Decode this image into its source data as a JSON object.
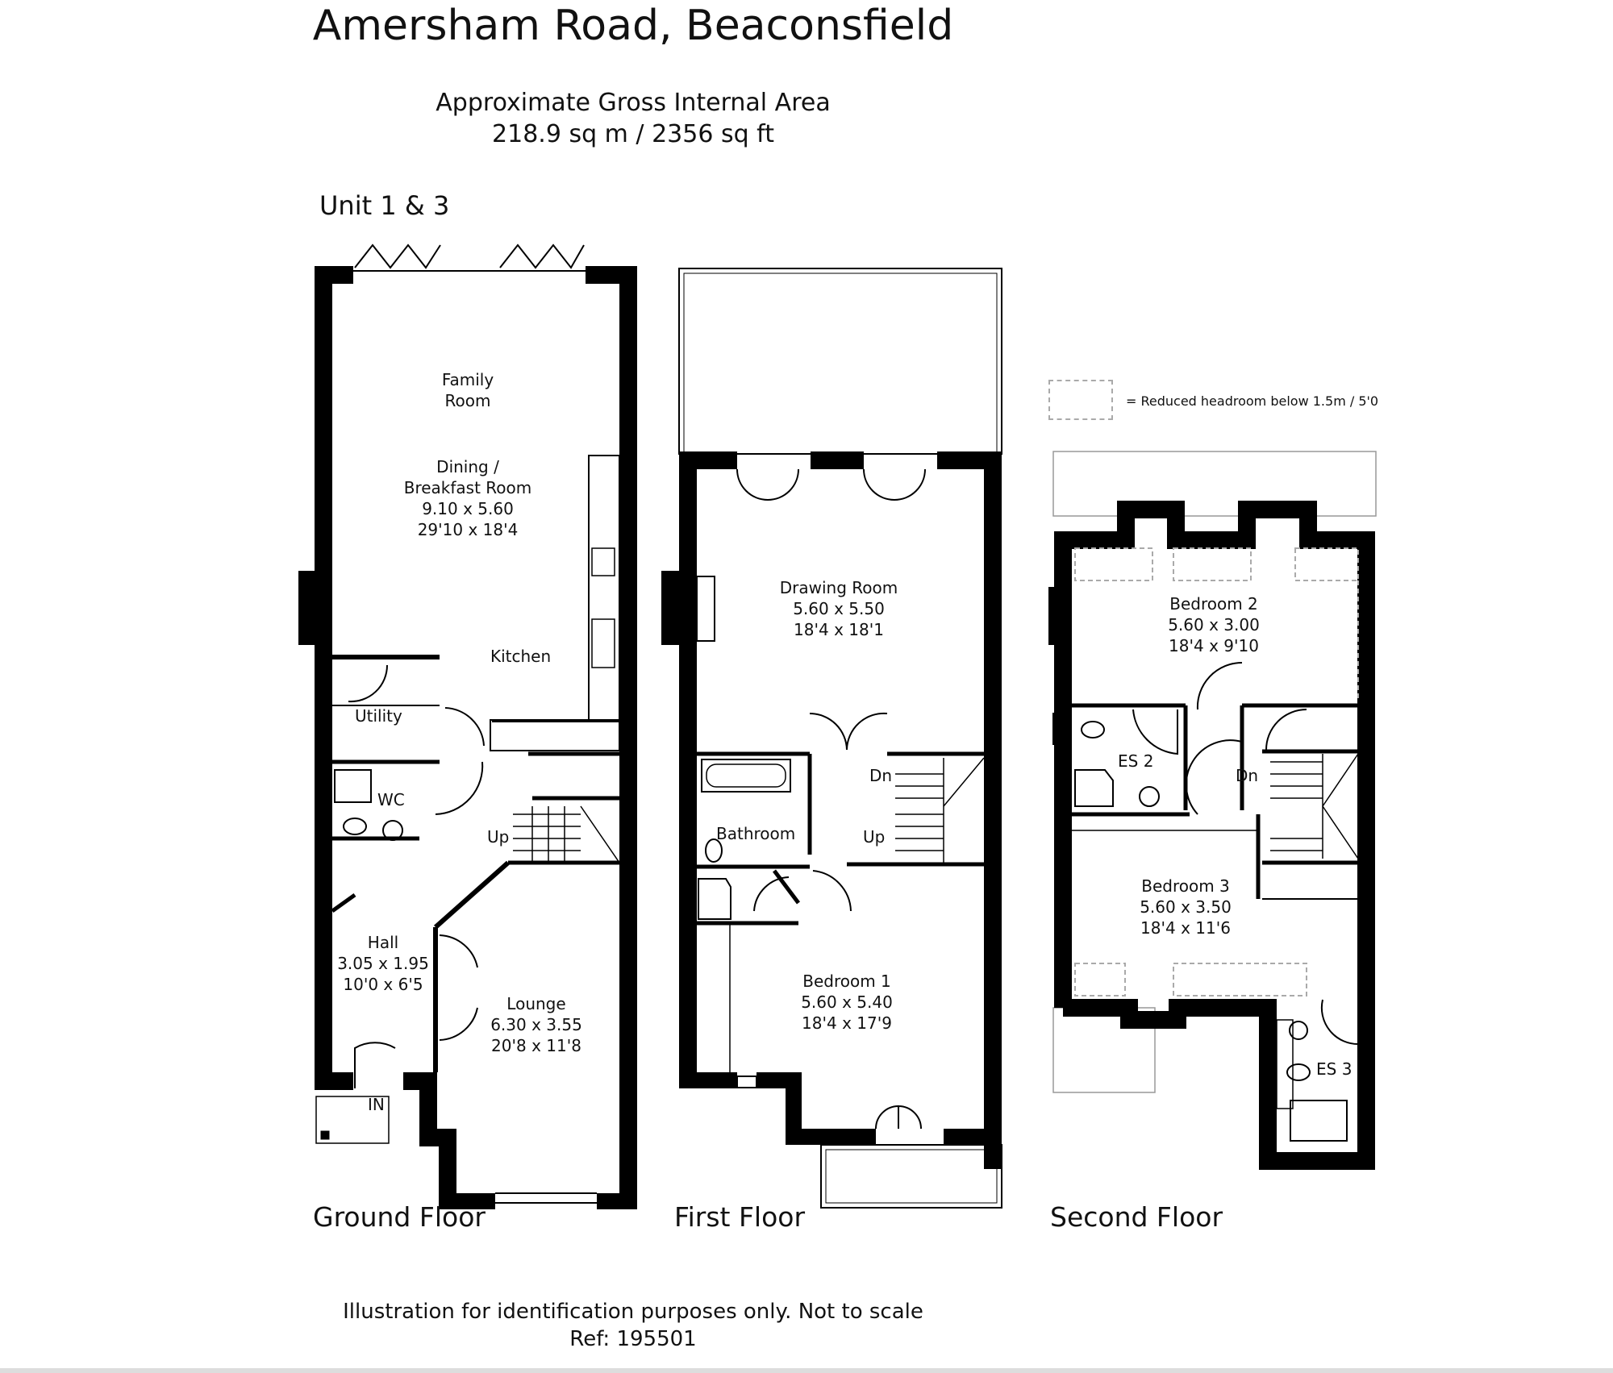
{
  "title": "Amersham Road, Beaconsfield",
  "area": {
    "label": "Approximate Gross Internal Area",
    "value": "218.9 sq m / 2356 sq ft"
  },
  "unit_label": "Unit 1 & 3",
  "legend": {
    "text": "= Reduced headroom below 1.5m / 5'0"
  },
  "floors": {
    "ground": {
      "label": "Ground Floor",
      "rooms": {
        "family": [
          "Family",
          "Room"
        ],
        "dining": [
          "Dining /",
          "Breakfast Room",
          "9.10 x 5.60",
          "29'10 x 18'4"
        ],
        "kitchen": "Kitchen",
        "utility": "Utility",
        "wc": "WC",
        "hall": [
          "Hall",
          "3.05 x 1.95",
          "10'0 x 6'5"
        ],
        "lounge": [
          "Lounge",
          "6.30 x 3.55",
          "20'8 x 11'8"
        ],
        "up": "Up",
        "in": "IN"
      }
    },
    "first": {
      "label": "First Floor",
      "rooms": {
        "drawing": [
          "Drawing Room",
          "5.60 x 5.50",
          "18'4 x 18'1"
        ],
        "bathroom": "Bathroom",
        "bedroom1": [
          "Bedroom 1",
          "5.60 x 5.40",
          "18'4 x 17'9"
        ],
        "dn": "Dn",
        "up": "Up"
      }
    },
    "second": {
      "label": "Second Floor",
      "rooms": {
        "bedroom2": [
          "Bedroom 2",
          "5.60 x 3.00",
          "18'4 x 9'10"
        ],
        "es2": "ES 2",
        "bedroom3": [
          "Bedroom 3",
          "5.60 x 3.50",
          "18'4 x 11'6"
        ],
        "es3": "ES 3",
        "dn": "Dn"
      }
    }
  },
  "footer": {
    "line1": "Illustration for identification purposes only. Not to scale",
    "line2": "Ref: 195501"
  }
}
